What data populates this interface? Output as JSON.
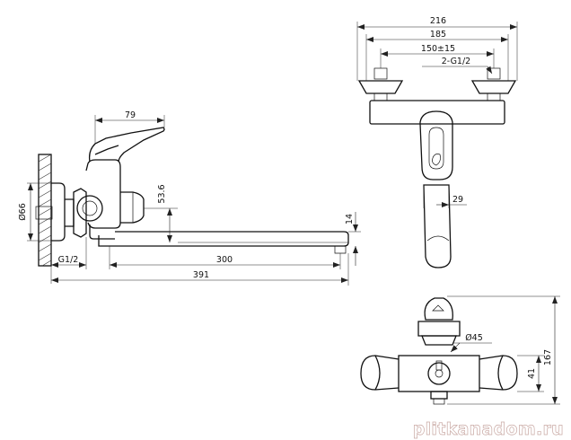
{
  "side_view": {
    "dims": {
      "handle_width": "79",
      "height_outlet": "53.6",
      "diameter_flange": "Ø66",
      "spout_height": "14",
      "thread": "G1/2",
      "spout_length": "300",
      "total_length": "391"
    }
  },
  "front_view": {
    "dims": {
      "overall_width": "216",
      "eccentric_width": "185",
      "center_distance": "150±15",
      "connections": "2-G1/2",
      "spout_width": "29"
    }
  },
  "bottom_view": {
    "dims": {
      "diameter_diverter": "Ø45",
      "height_41": "41",
      "height_167": "167"
    }
  },
  "watermark": "plitkanadom.ru"
}
